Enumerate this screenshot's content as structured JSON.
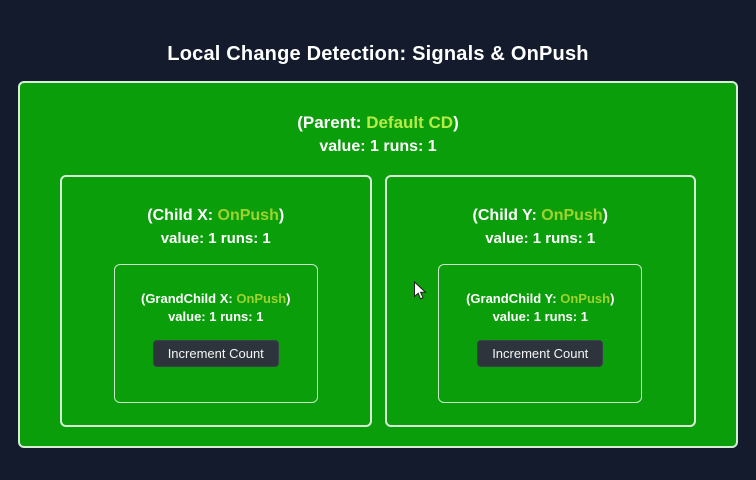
{
  "page": {
    "title": "Local Change Detection: Signals & OnPush"
  },
  "colors": {
    "background": "#141b2d",
    "panel_green": "#0a9e0a",
    "panel_border": "#d6eed6",
    "accent_default_cd": "#b5ec45",
    "accent_onpush": "#9ed32e",
    "button_bg": "#2e343c",
    "text": "#ffffff"
  },
  "parent": {
    "label_prefix": "(Parent: ",
    "label_accent": "Default CD",
    "label_suffix": ")",
    "stats": "value: 1 runs: 1"
  },
  "children": [
    {
      "label_prefix": "(Child X: ",
      "label_accent": "OnPush",
      "label_suffix": ")",
      "stats": "value: 1 runs: 1",
      "grandchild": {
        "label_prefix": "(GrandChild X: ",
        "label_accent": "OnPush",
        "label_suffix": ")",
        "stats": "value: 1 runs: 1",
        "button_label": "Increment Count"
      }
    },
    {
      "label_prefix": "(Child Y: ",
      "label_accent": "OnPush",
      "label_suffix": ")",
      "stats": "value: 1 runs: 1",
      "grandchild": {
        "label_prefix": "(GrandChild Y: ",
        "label_accent": "OnPush",
        "label_suffix": ")",
        "stats": "value: 1 runs: 1",
        "button_label": "Increment Count"
      }
    }
  ]
}
